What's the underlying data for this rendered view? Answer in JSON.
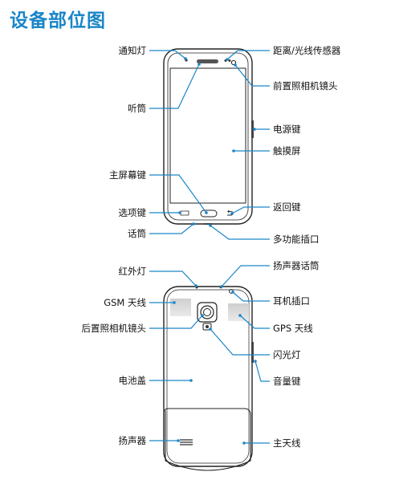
{
  "title": "设备部位图",
  "accent_color": "#1a86c8",
  "front_labels": {
    "notification_light": "通知灯",
    "earpiece": "听筒",
    "home_key": "主屏幕键",
    "menu_key": "选项键",
    "microphone": "话筒",
    "proximity_light_sensor": "距离/光线传感器",
    "front_camera": "前置照相机镜头",
    "power_key": "电源键",
    "touch_screen": "触摸屏",
    "back_key": "返回键",
    "multipurpose_jack": "多功能插口"
  },
  "back_labels": {
    "infrared_led": "红外灯",
    "gsm_antenna": "GSM 天线",
    "rear_camera": "后置照相机镜头",
    "battery_cover": "电池盖",
    "speaker": "扬声器",
    "speakerphone_mic": "扬声器话筒",
    "headset_jack": "耳机插口",
    "gps_antenna": "GPS 天线",
    "flash": "闪光灯",
    "volume_key": "音量键",
    "main_antenna": "主天线"
  }
}
